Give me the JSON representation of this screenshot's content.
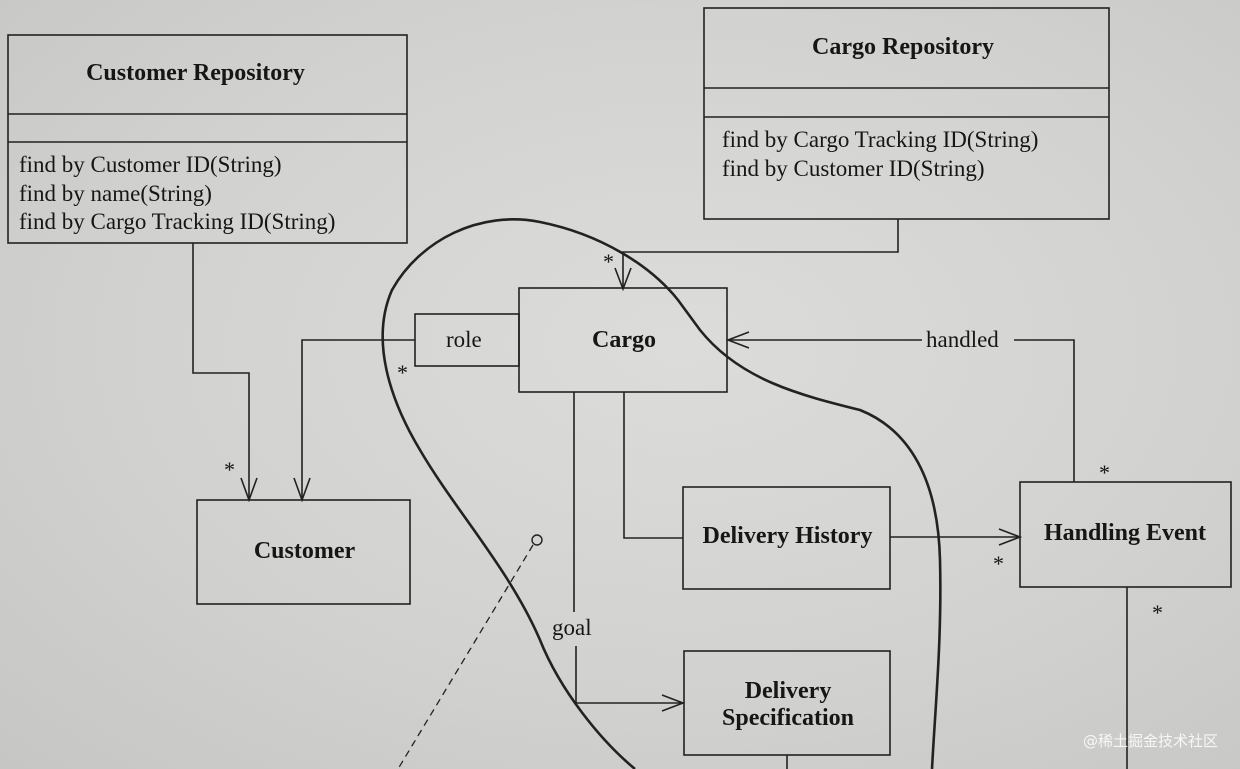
{
  "classes": {
    "customer_repository": {
      "name": "Customer Repository",
      "operations": [
        "find by Customer ID(String)",
        "find by name(String)",
        "find by Cargo Tracking ID(String)"
      ]
    },
    "cargo_repository": {
      "name": "Cargo Repository",
      "operations": [
        "find by Cargo Tracking ID(String)",
        "find by Customer ID(String)"
      ]
    },
    "cargo": {
      "name": "Cargo"
    },
    "customer": {
      "name": "Customer"
    },
    "delivery_history": {
      "name": "Delivery History"
    },
    "handling_event": {
      "name": "Handling Event"
    },
    "delivery_specification": {
      "name": "Delivery\nSpecification"
    }
  },
  "associations": {
    "role_label": "role",
    "handled_label": "handled",
    "goal_label": "goal",
    "multiplicity": "*"
  },
  "watermark": "@稀土掘金技术社区",
  "colors": {
    "background": "#d3d3d1",
    "line": "#222222"
  }
}
